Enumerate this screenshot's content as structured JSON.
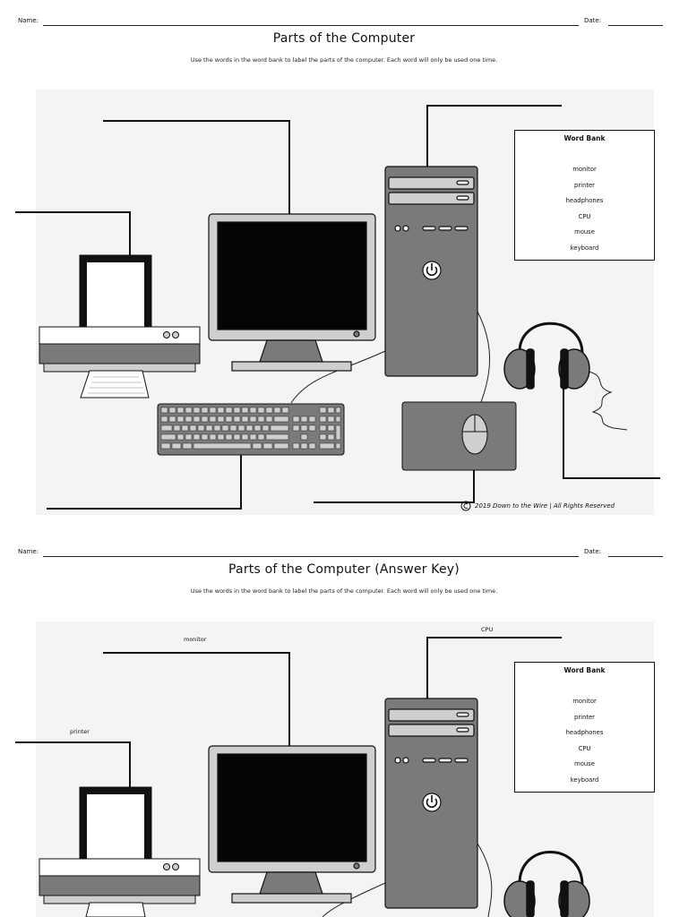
{
  "header": {
    "name_label": "Name:",
    "date_label": "Date:"
  },
  "worksheet": {
    "title": "Parts of the Computer",
    "instructions": "Use the words in the word bank to label the parts of the computer.  Each word will only be used one time.",
    "word_bank": {
      "title": "Word Bank",
      "words": [
        "monitor",
        "printer",
        "headphones",
        "CPU",
        "mouse",
        "keyboard"
      ]
    },
    "copyright": "2019 Down to the Wire | All Rights Reserved"
  },
  "answer_key": {
    "title": "Parts of the Computer (Answer Key)",
    "instructions": "Use the words in the word bank to label the parts of the computer.  Each word will only be used one time.",
    "word_bank": {
      "title": "Word Bank",
      "words": [
        "monitor",
        "printer",
        "headphones",
        "CPU",
        "mouse",
        "keyboard"
      ]
    },
    "answers": {
      "monitor": "monitor",
      "printer": "printer",
      "cpu": "CPU"
    }
  },
  "colors": {
    "panel_bg": "#f4f4f4",
    "device_gray": "#7a7a7a",
    "light_gray": "#cfcfcf",
    "screen_black": "#050505",
    "outline": "#111111"
  },
  "icons": {
    "power": "power-icon",
    "copyright": "copyright-icon"
  }
}
